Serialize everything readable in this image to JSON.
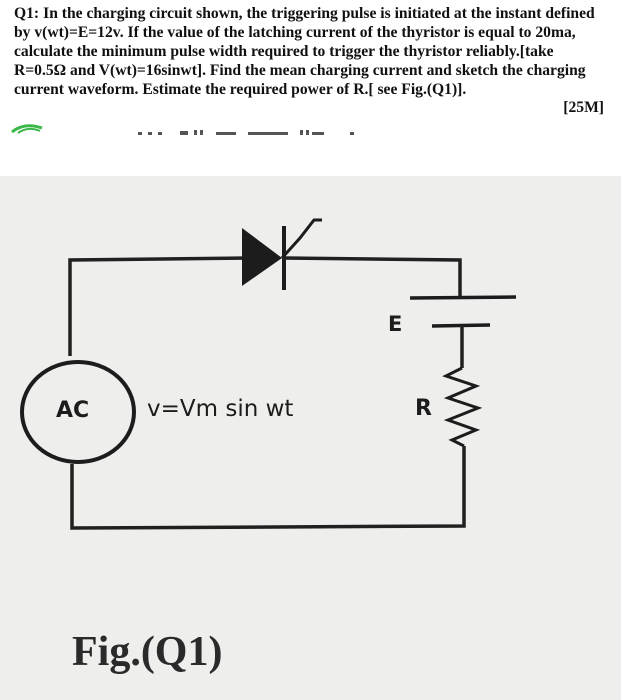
{
  "question": {
    "number": "Q1:",
    "lines": [
      "In the charging circuit shown, the triggering pulse is initiated at the instant defined",
      "by v(wt)=E=12v. If the value of the latching current of the thyristor is equal to 20ma,",
      "calculate the minimum pulse width required to trigger the thyristor reliably.[take",
      "R=0.5Ω and V(wt)=16sinwt]. Find the mean charging current and sketch the charging",
      "current waveform. Estimate the required power of R.[ see Fig.(Q1)]."
    ],
    "marks": "[25M]"
  },
  "figure": {
    "source_label": "AC",
    "source_expression": "v=Vm sin wt",
    "battery_label": "E",
    "resistor_label": "R",
    "caption": "Fig.(Q1)"
  },
  "colors": {
    "text": "#111111",
    "photo_background": "#eeeeec",
    "wire": "#202020",
    "highlight": "#3cb84a"
  }
}
